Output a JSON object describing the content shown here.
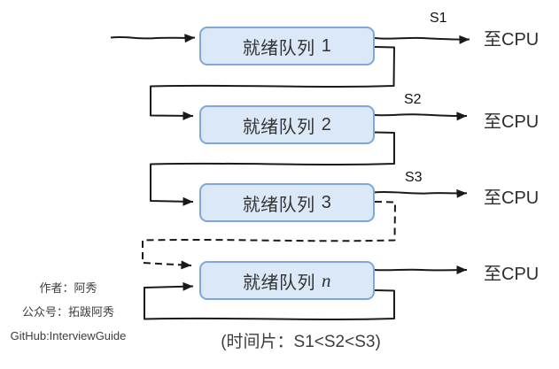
{
  "queues": [
    {
      "label": "就绪队列",
      "index": "1"
    },
    {
      "label": "就绪队列",
      "index": "2"
    },
    {
      "label": "就绪队列",
      "index": "3"
    },
    {
      "label": "就绪队列",
      "index": "n"
    }
  ],
  "slices": [
    "S1",
    "S2",
    "S3"
  ],
  "cpu_label": "至CPU",
  "caption": "(时间片：S1<S2<S3)",
  "credits": {
    "author": "作者：阿秀",
    "wechat": "公众号：拓跋阿秀",
    "github": "GitHub:InterviewGuide"
  },
  "colors": {
    "box_fill": "#dbe8f8",
    "box_border": "#7fa7d8",
    "line": "#1a1a1a"
  }
}
